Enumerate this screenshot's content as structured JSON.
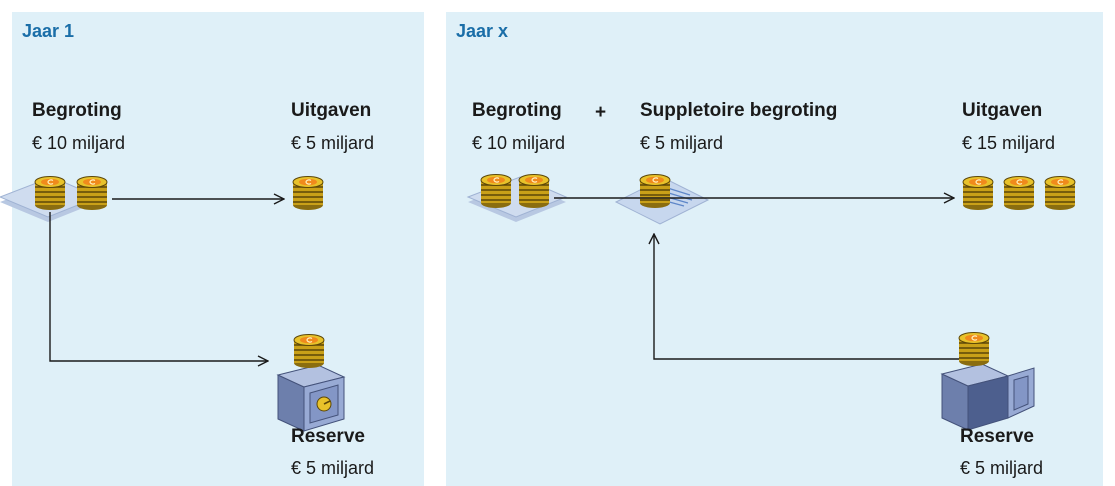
{
  "panels": [
    {
      "title": "Jaar 1",
      "budget": {
        "label": "Begroting",
        "amount": "€ 10 miljard"
      },
      "spending": {
        "label": "Uitgaven",
        "amount": "€ 5 miljard"
      },
      "reserve": {
        "label": "Reserve",
        "amount": "€ 5 miljard"
      }
    },
    {
      "title": "Jaar x",
      "budget": {
        "label": "Begroting",
        "amount": "€ 10 miljard"
      },
      "plus": "+",
      "supplementary": {
        "label": "Suppletoire begroting",
        "amount": "€ 5 miljard"
      },
      "spending": {
        "label": "Uitgaven",
        "amount": "€ 15 miljard"
      },
      "reserve": {
        "label": "Reserve",
        "amount": "€ 5 miljard"
      }
    }
  ],
  "colors": {
    "panel_background": "#dff0f8",
    "title": "#1a6ea8",
    "coin_gold": "#d9b21a",
    "coin_orange": "#f08a1c",
    "safe_body": "#8fa1c8",
    "document": "#c7d7ee",
    "arrow": "#1a1a1a"
  },
  "icons": [
    "coin-stack-icon",
    "document-icon",
    "safe-icon",
    "arrow-icon"
  ]
}
